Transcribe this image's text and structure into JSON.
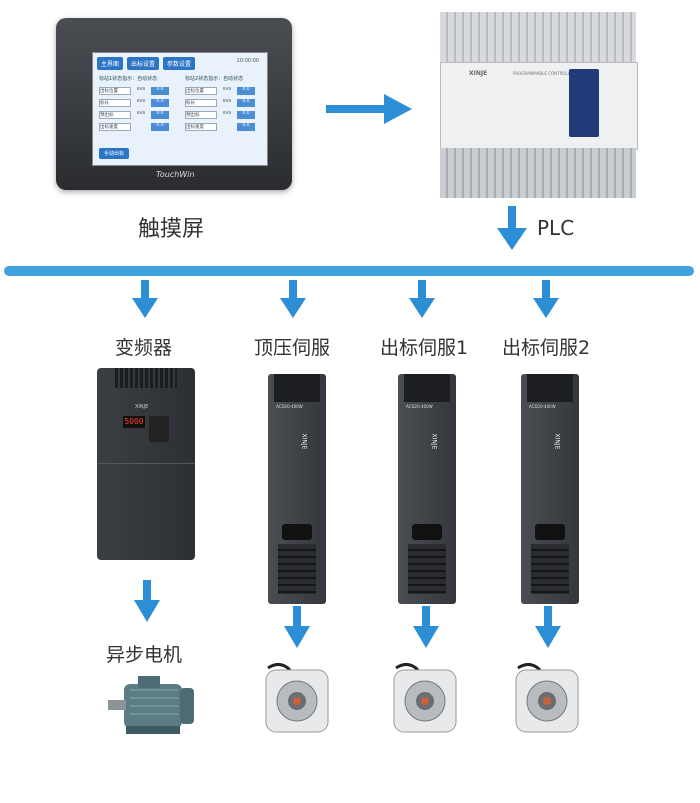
{
  "labels": {
    "hmi": "触摸屏",
    "plc": "PLC",
    "vfd": "变频器",
    "servo1": "顶压伺服",
    "servo2": "出标伺服1",
    "servo3": "出标伺服2",
    "async_motor": "异步电机"
  },
  "hmi_screen": {
    "tabs": [
      "主界面",
      "出标设置",
      "参数设置"
    ],
    "time": "10:00:00",
    "left_status": "标站1状态指示：自动状态",
    "right_status": "标站2状态指示：自动状态",
    "rows_left": [
      {
        "name": "出标位置",
        "unit": "mm",
        "value": "0.0"
      },
      {
        "name": "标长",
        "unit": "mm",
        "value": "0.0"
      },
      {
        "name": "预出标",
        "unit": "mm",
        "value": "0.0"
      },
      {
        "name": "出标速度",
        "unit": "",
        "value": "0.0"
      }
    ],
    "rows_right": [
      {
        "name": "出标位置",
        "unit": "mm",
        "value": "0.0"
      },
      {
        "name": "标长",
        "unit": "mm",
        "value": "0.0"
      },
      {
        "name": "预出标",
        "unit": "mm",
        "value": "0.0"
      },
      {
        "name": "出标速度",
        "unit": "",
        "value": "0.0"
      }
    ],
    "button": "手动出标",
    "brand": "TouchWin"
  },
  "plc_device": {
    "brand": "XINJE",
    "subtitle": "PROGRAMMABLE CONTROLLER"
  },
  "vfd_device": {
    "brand": "XINJE",
    "display": "5000"
  },
  "servo_device": {
    "brand": "XINJE",
    "model": "ACD20-400W"
  },
  "colors": {
    "bus": "#3fa3e0",
    "arrow": "#2c8fd6"
  }
}
